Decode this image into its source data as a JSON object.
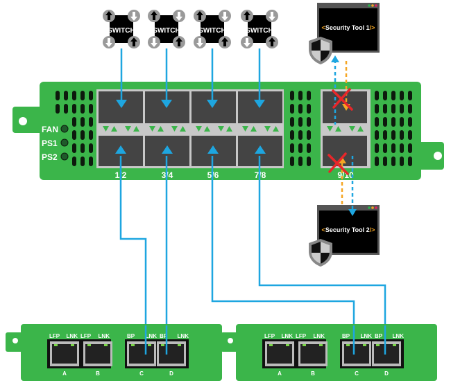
{
  "switches": [
    {
      "label": "SWITCH"
    },
    {
      "label": "SWITCH"
    },
    {
      "label": "SWITCH"
    },
    {
      "label": "SWITCH"
    }
  ],
  "status_leds": [
    {
      "label": "FAN"
    },
    {
      "label": "PS1"
    },
    {
      "label": "PS2"
    }
  ],
  "port_pairs": [
    {
      "label": "1/2"
    },
    {
      "label": "3/4"
    },
    {
      "label": "5/6"
    },
    {
      "label": "7/8"
    },
    {
      "label": "9/10",
      "blocked": true
    }
  ],
  "security_tools": [
    {
      "label": "Security Tool 1",
      "prefix": "<",
      "suffix": "/>"
    },
    {
      "label": "Security Tool 2",
      "prefix": "<",
      "suffix": "/>"
    }
  ],
  "cards": [
    {
      "top_labels": [
        "LFP",
        "LNK",
        "LFP",
        "LNK",
        "BP",
        "LNK",
        "BP",
        "LNK"
      ],
      "ports": [
        "A",
        "B",
        "C",
        "D"
      ]
    },
    {
      "top_labels": [
        "LFP",
        "LNK",
        "LFP",
        "LNK",
        "BP",
        "LNK",
        "BP",
        "LNK"
      ],
      "ports": [
        "A",
        "B",
        "C",
        "D"
      ]
    }
  ],
  "colors": {
    "chassis": "#3bb54a",
    "link": "#1ea6e0",
    "blocked_link": "#f5a623",
    "block_mark": "#e8262a",
    "port": "#444444"
  }
}
